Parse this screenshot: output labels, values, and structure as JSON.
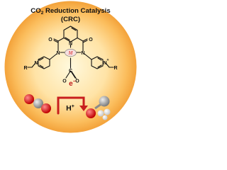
{
  "title": {
    "line1_main": "CO",
    "line1_sub": "2",
    "line1_rest": " Reduction Catalysis",
    "line2": "(CRC)"
  },
  "structure": {
    "metal_label": "M",
    "electron_label": "e",
    "electron_charge": "−",
    "oxygen_label": "O",
    "carbon_label": "C",
    "nitrogen_label": "N",
    "r_group_label": "R",
    "plus_charge": "+"
  },
  "reaction": {
    "proton_label": "H",
    "proton_charge": "+"
  },
  "colors": {
    "disc_center": "#fff7d6",
    "disc_mid": "#ffd89a",
    "disc_edge": "#f5a63a",
    "metal_fill": "#f6e0e0",
    "metal_text": "#e05050",
    "electron_text": "#c01a1a",
    "carbon_atom": "#9a9a9a",
    "oxygen_atom": "#e02020",
    "hydrogen_atom": "#f0f0f0",
    "arrow": "#c81e1e"
  }
}
